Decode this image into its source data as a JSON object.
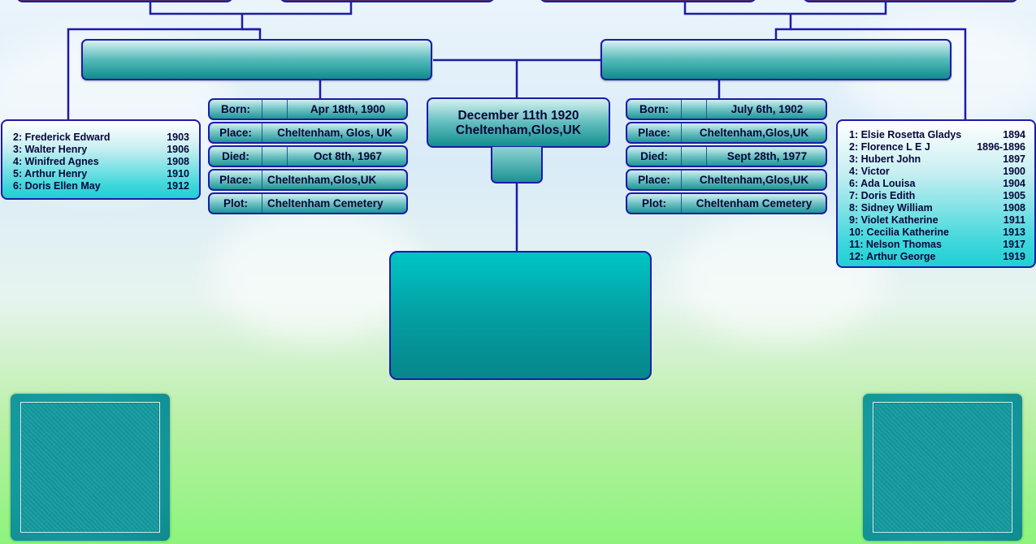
{
  "father_facts": {
    "born_label": "Born:",
    "born_value": "Apr 18th, 1900",
    "place_label": "Place:",
    "place_value": "Cheltenham, Glos, UK",
    "died_label": "Died:",
    "died_value": "Oct 8th, 1967",
    "death_place_label": "Place:",
    "death_place_value": "Cheltenham,Glos,UK",
    "plot_label": "Plot:",
    "plot_value": "Cheltenham Cemetery"
  },
  "mother_facts": {
    "born_label": "Born:",
    "born_value": "July 6th, 1902",
    "place_label": "Place:",
    "place_value": "Cheltenham,Glos,UK",
    "died_label": "Died:",
    "died_value": "Sept 28th, 1977",
    "death_place_label": "Place:",
    "death_place_value": "Cheltenham,Glos,UK",
    "plot_label": "Plot:",
    "plot_value": "Cheltenham Cemetery"
  },
  "marriage": {
    "date": "December 11th 1920",
    "place": "Cheltenham,Glos,UK"
  },
  "father_siblings": [
    {
      "name": "2: Frederick Edward",
      "year": "1903"
    },
    {
      "name": "3: Walter Henry",
      "year": "1906"
    },
    {
      "name": "4: Winifred Agnes",
      "year": "1908"
    },
    {
      "name": "5: Arthur Henry",
      "year": "1910"
    },
    {
      "name": "6: Doris Ellen May",
      "year": "1912"
    }
  ],
  "mother_siblings": [
    {
      "name": "1: Elsie Rosetta Gladys",
      "year": "1894"
    },
    {
      "name": "2: Florence L E J",
      "year": "1896-1896"
    },
    {
      "name": "3: Hubert John",
      "year": "1897"
    },
    {
      "name": "4: Victor",
      "year": "1900"
    },
    {
      "name": "6: Ada Louisa",
      "year": "1904"
    },
    {
      "name": "7: Doris Edith",
      "year": "1905"
    },
    {
      "name": "8: Sidney William",
      "year": "1908"
    },
    {
      "name": "9: Violet Katherine",
      "year": "1911"
    },
    {
      "name": "10: Cecilia Katherine",
      "year": "1913"
    },
    {
      "name": "11: Nelson Thomas",
      "year": "1917"
    },
    {
      "name": "12: Arthur George",
      "year": "1919"
    }
  ],
  "colors": {
    "border": "#1d1ba8",
    "box_teal": "#0f8c8d",
    "text": "#07073a"
  }
}
